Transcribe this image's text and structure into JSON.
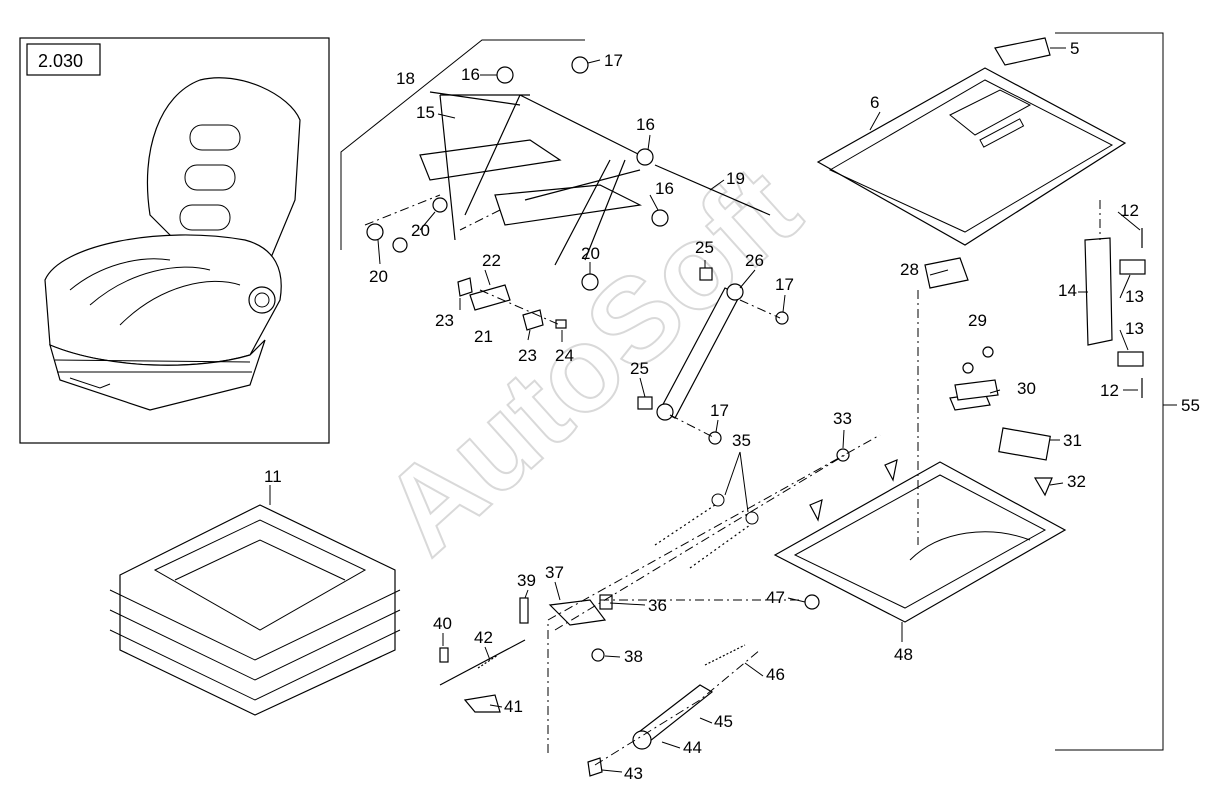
{
  "diagram": {
    "reference_code": "2.030",
    "watermark": "AutoSoft",
    "callouts": [
      "5",
      "6",
      "11",
      "12",
      "12",
      "13",
      "13",
      "14",
      "15",
      "16",
      "16",
      "16",
      "17",
      "17",
      "17",
      "18",
      "19",
      "20",
      "20",
      "20",
      "21",
      "22",
      "23",
      "23",
      "24",
      "25",
      "25",
      "26",
      "28",
      "29",
      "30",
      "31",
      "32",
      "33",
      "35",
      "36",
      "37",
      "38",
      "39",
      "40",
      "41",
      "42",
      "43",
      "44",
      "45",
      "46",
      "47",
      "48",
      "55"
    ]
  }
}
